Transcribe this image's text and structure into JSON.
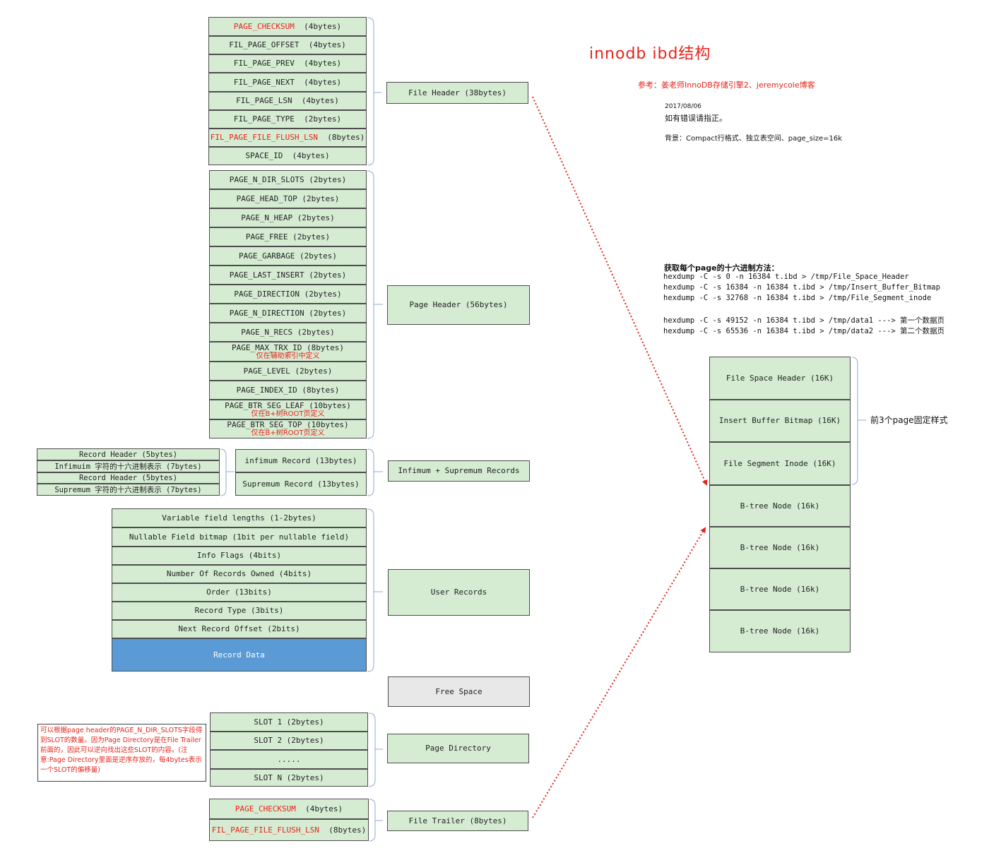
{
  "title": "innodb ibd结构",
  "reference": "参考：姜老师InnoDB存储引擎2、jeremycole博客",
  "date": "2017/08/06",
  "correction": "如有错误请指正。",
  "background": "背景：Compact行格式、独立表空间、page_size=16k",
  "hexdump": {
    "title": "获取每个page的十六进制方法：",
    "lines": [
      "hexdump -C -s 0     -n 16384 t.ibd > /tmp/File_Space_Header",
      "hexdump -C -s 16384 -n 16384 t.ibd > /tmp/Insert_Buffer_Bitmap",
      "hexdump -C -s 32768 -n 16384 t.ibd > /tmp/File_Segment_inode",
      "hexdump -C -s 49152 -n 16384 t.ibd > /tmp/data1    ---> 第一个数据页",
      "hexdump -C -s 65536 -n 16384 t.ibd > /tmp/data2    ---> 第二个数据页"
    ]
  },
  "file_header": {
    "fields": [
      {
        "name": "PAGE_CHECKSUM",
        "size": "(4bytes)",
        "highlight": true
      },
      {
        "name": "FIL_PAGE_OFFSET",
        "size": "(4bytes)",
        "highlight": false
      },
      {
        "name": "FIL_PAGE_PREV",
        "size": "(4bytes)",
        "highlight": false
      },
      {
        "name": "FIL_PAGE_NEXT",
        "size": "(4bytes)",
        "highlight": false
      },
      {
        "name": "FIL_PAGE_LSN",
        "size": "(4bytes)",
        "highlight": false
      },
      {
        "name": "FIL_PAGE_TYPE",
        "size": "(2bytes)",
        "highlight": false
      },
      {
        "name": "FIL_PAGE_FILE_FLUSH_LSN",
        "size": "(8bytes)",
        "highlight": true
      },
      {
        "name": "SPACE_ID",
        "size": "(4bytes)",
        "highlight": false
      }
    ]
  },
  "page_header": {
    "fields": [
      {
        "label": "PAGE_N_DIR_SLOTS  (2bytes)",
        "note": ""
      },
      {
        "label": "PAGE_HEAD_TOP  (2bytes)",
        "note": ""
      },
      {
        "label": "PAGE_N_HEAP  (2bytes)",
        "note": ""
      },
      {
        "label": "PAGE_FREE  (2bytes)",
        "note": ""
      },
      {
        "label": "PAGE_GARBAGE  (2bytes)",
        "note": ""
      },
      {
        "label": "PAGE_LAST_INSERT  (2bytes)",
        "note": ""
      },
      {
        "label": "PAGE_DIRECTION  (2bytes)",
        "note": ""
      },
      {
        "label": "PAGE_N_DIRECTION  (2bytes)",
        "note": ""
      },
      {
        "label": "PAGE_N_RECS  (2bytes)",
        "note": ""
      },
      {
        "label": "PAGE_MAX_TRX_ID  (8bytes)",
        "note": "仅在辅助索引中定义"
      },
      {
        "label": "PAGE_LEVEL  (2bytes)",
        "note": ""
      },
      {
        "label": "PAGE_INDEX_ID  (8bytes)",
        "note": ""
      },
      {
        "label": "PAGE_BTR_SEG_LEAF  (10bytes)",
        "note": "仅在B+树ROOT页定义"
      },
      {
        "label": "PAGE_BTR_SEG_TOP  (10bytes)",
        "note": "仅在B+树ROOT页定义"
      }
    ]
  },
  "infimum_detail": [
    "Record Header (5bytes)",
    "Infimuim 字符的十六进制表示  (7bytes)",
    "Record Header (5bytes)",
    "Supremum 字符的十六进制表示  (7bytes)"
  ],
  "infimum_records": [
    "infimum Record  (13bytes)",
    "Supremum Record  (13bytes)"
  ],
  "user_records_fields": [
    "Variable field lengths  (1-2bytes)",
    "Nullable Field bitmap  (1bit per nullable field)",
    "Info Flags  (4bits)",
    "Number Of Records Owned  (4bits)",
    "Order  (13bits)",
    "Record Type  (3bits)",
    "Next Record Offset  (2bits)"
  ],
  "record_data": "Record Data",
  "page_directory_slots": [
    "SLOT 1  (2bytes)",
    "SLOT 2  (2bytes)",
    ".....",
    "SLOT N  (2bytes)"
  ],
  "note": "可以根据page header的PAGE_N_DIR_SLOTS字段得到SLOT的数量。因为Page Directory是在File Trailer前面的，因此可以逆向找出这些SLOT的内容。(注意:Page Directory里面是逆序存放的，每4bytes表示一个SLOT的偏移量)",
  "file_trailer": {
    "fields": [
      {
        "name": "PAGE_CHECKSUM",
        "size": "(4bytes)",
        "highlight": true
      },
      {
        "name": "FIL_PAGE_FILE_FLUSH_LSN",
        "size": "(8bytes)",
        "highlight": true
      }
    ]
  },
  "sections": {
    "file_header": "File Header (38bytes)",
    "page_header": "Page Header (56bytes)",
    "infimum_supremum": "Infimum + Supremum Records",
    "user_records": "User Records",
    "free_space": "Free Space",
    "page_directory": "Page Directory",
    "file_trailer": "File Trailer (8bytes)"
  },
  "ibd_pages": [
    "File Space Header (16K)",
    "Insert Buffer Bitmap (16K)",
    "File Segment Inode (16K)",
    "B-tree Node  (16k)",
    "B-tree Node  (16k)",
    "B-tree Node  (16k)",
    "B-tree Node  (16k)"
  ],
  "first3_label": "前3个page固定样式",
  "colors": {
    "box_fill": "#d5ecd3",
    "record_data_fill": "#5b9bd5",
    "free_space_fill": "#e8e8e8",
    "highlight_text": "#e8231a",
    "bracket": "#8eaadb",
    "dotted_arrow": "#e8231a"
  }
}
